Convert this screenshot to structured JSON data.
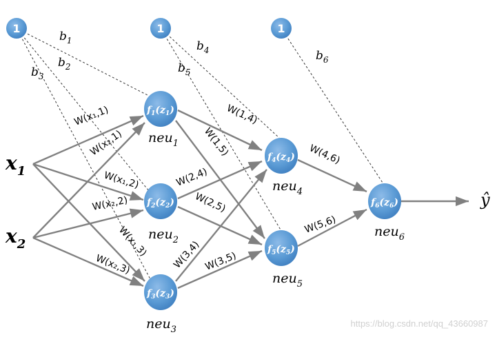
{
  "diagram": {
    "bias_nodes": [
      {
        "id": "bias-1",
        "label": "1"
      },
      {
        "id": "bias-2",
        "label": "1"
      },
      {
        "id": "bias-3",
        "label": "1"
      }
    ],
    "inputs": [
      {
        "id": "x1",
        "base": "x",
        "sub": "1"
      },
      {
        "id": "x2",
        "base": "x",
        "sub": "2"
      }
    ],
    "neurons": [
      {
        "id": "n1",
        "f_sub": "1",
        "z_sub": "1",
        "name_base": "neu",
        "name_sub": "1"
      },
      {
        "id": "n2",
        "f_sub": "2",
        "z_sub": "2",
        "name_base": "neu",
        "name_sub": "2"
      },
      {
        "id": "n3",
        "f_sub": "3",
        "z_sub": "3",
        "name_base": "neu",
        "name_sub": "3"
      },
      {
        "id": "n4",
        "f_sub": "4",
        "z_sub": "4",
        "name_base": "neu",
        "name_sub": "4"
      },
      {
        "id": "n5",
        "f_sub": "5",
        "z_sub": "5",
        "name_base": "neu",
        "name_sub": "5"
      },
      {
        "id": "n6",
        "f_sub": "6",
        "z_sub": "6",
        "name_base": "neu",
        "name_sub": "6"
      }
    ],
    "bias_labels": [
      {
        "base": "b",
        "sub": "1"
      },
      {
        "base": "b",
        "sub": "2"
      },
      {
        "base": "b",
        "sub": "3"
      },
      {
        "base": "b",
        "sub": "4"
      },
      {
        "base": "b",
        "sub": "5"
      },
      {
        "base": "b",
        "sub": "6"
      }
    ],
    "weight_labels": [
      {
        "id": "w-x1-1",
        "text": "W(x₁,1)"
      },
      {
        "id": "w-x2-1",
        "text": "W(x₂,1)"
      },
      {
        "id": "w-x1-2",
        "text": "W(x₁,2)"
      },
      {
        "id": "w-x2-2",
        "text": "W(x₂,2)"
      },
      {
        "id": "w-x1-3",
        "text": "W(x₁,3)"
      },
      {
        "id": "w-x2-3",
        "text": "W(x₂,3)"
      },
      {
        "id": "w-1-4",
        "text": "W(1,4)"
      },
      {
        "id": "w-1-5",
        "text": "W(1,5)"
      },
      {
        "id": "w-2-4",
        "text": "W(2,4)"
      },
      {
        "id": "w-2-5",
        "text": "W(2,5)"
      },
      {
        "id": "w-3-4",
        "text": "W(3,4)"
      },
      {
        "id": "w-3-5",
        "text": "W(3,5)"
      },
      {
        "id": "w-4-6",
        "text": "W(4,6)"
      },
      {
        "id": "w-5-6",
        "text": "W(5,6)"
      }
    ],
    "output": {
      "label": "ŷ"
    },
    "colors": {
      "node_fill": "#5b9bd5",
      "node_dark": "#2e75b6",
      "node_text": "#ffffff",
      "edge": "#808080",
      "dashed": "#333333",
      "text": "#000000"
    }
  },
  "watermark": "https://blog.csdn.net/qq_43660987"
}
